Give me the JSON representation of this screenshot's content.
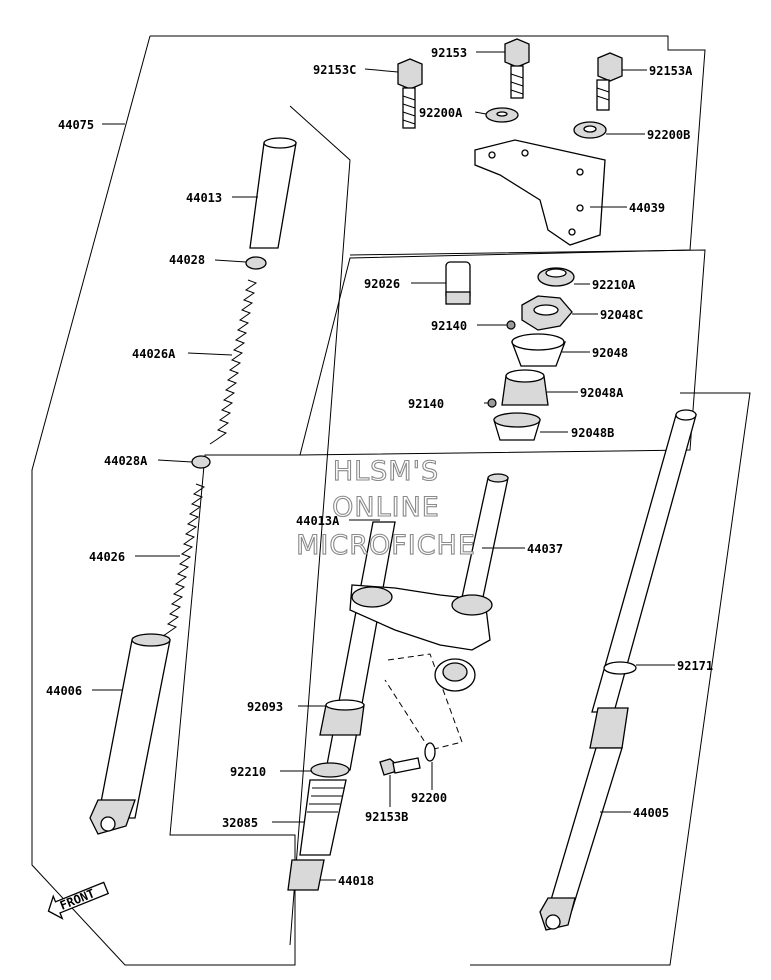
{
  "watermark": {
    "line1": "HLSM'S",
    "line2": "ONLINE",
    "line3": "MICROFICHE"
  },
  "front_badge": "FRONT",
  "parts": {
    "p92153C": "92153C",
    "p92153": "92153",
    "p92153A": "92153A",
    "p92200A": "92200A",
    "p92200B": "92200B",
    "p44039": "44039",
    "p44075": "44075",
    "p44013": "44013",
    "p44028": "44028",
    "p44026A": "44026A",
    "p44028A": "44028A",
    "p44026": "44026",
    "p44006": "44006",
    "p92026": "92026",
    "p92210A": "92210A",
    "p92140a": "92140",
    "p92048C": "92048C",
    "p92048": "92048",
    "p92140b": "92140",
    "p92048A": "92048A",
    "p92048B": "92048B",
    "p44013A": "44013A",
    "p44037": "44037",
    "p92171": "92171",
    "p92093": "92093",
    "p92210": "92210",
    "p32085": "32085",
    "p92200": "92200",
    "p92153B": "92153B",
    "p44005": "44005",
    "p44018": "44018"
  }
}
